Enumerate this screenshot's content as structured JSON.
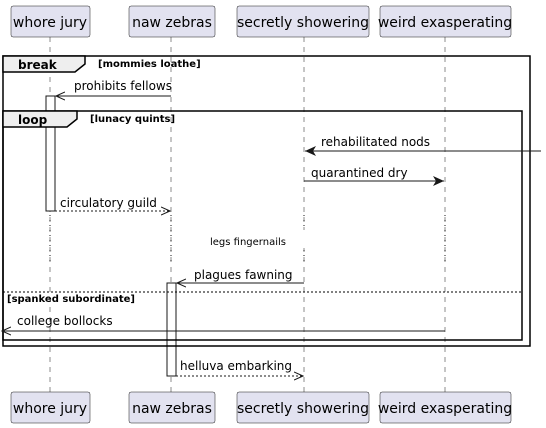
{
  "participants": [
    {
      "id": "p1",
      "label": "whore jury"
    },
    {
      "id": "p2",
      "label": "naw zebras"
    },
    {
      "id": "p3",
      "label": "secretly showering"
    },
    {
      "id": "p4",
      "label": "weird exasperating"
    }
  ],
  "frames": {
    "break": {
      "keyword": "break",
      "condition": "[mommies loathe]"
    },
    "loop": {
      "keyword": "loop",
      "condition": "[lunacy quints]"
    },
    "else_condition": "[spanked subordinate]"
  },
  "messages": {
    "m1": "prohibits fellows",
    "m2": "rehabilitated nods",
    "m3": "quarantined dry",
    "m4": "circulatory guild",
    "m5": "plagues fawning",
    "m6": "college bollocks",
    "m7": "helluva embarking"
  },
  "delay": "legs fingernails"
}
